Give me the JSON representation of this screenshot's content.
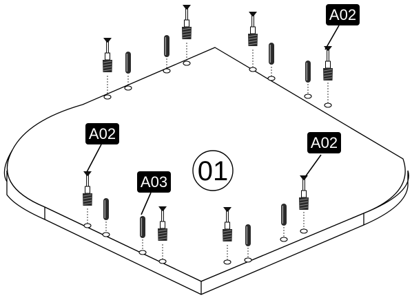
{
  "diagram": {
    "step_number": "01",
    "callouts": [
      {
        "id": "top-right",
        "label": "A02"
      },
      {
        "id": "left",
        "label": "A02"
      },
      {
        "id": "right",
        "label": "A02"
      },
      {
        "id": "front-left",
        "label": "A03"
      }
    ],
    "colors": {
      "ink": "#000000",
      "callout_bg": "#000000",
      "callout_text": "#ffffff",
      "background": "#ffffff"
    }
  }
}
